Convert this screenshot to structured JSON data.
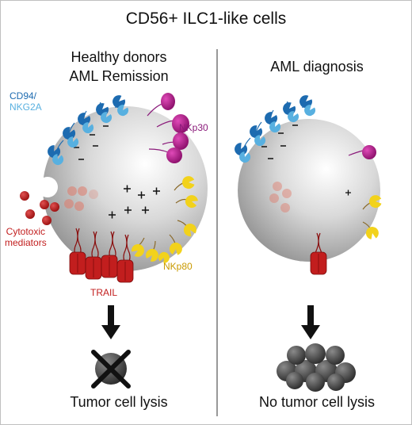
{
  "title": "CD56+ ILC1-like cells",
  "left_panel": {
    "heading_line1": "Healthy donors",
    "heading_line2": "AML Remission",
    "footer": "Tumor cell lysis"
  },
  "right_panel": {
    "heading": "AML diagnosis",
    "footer": "No tumor cell lysis"
  },
  "labels": {
    "cd94": "CD94/",
    "nkg2a": "NKG2A",
    "nkp30": "NKp30",
    "cytotoxic_line1": "Cytotoxic",
    "cytotoxic_line2": "mediators",
    "nkp80": "NKp80",
    "trail": "TRAIL"
  },
  "colors": {
    "cd94": "#1d6bb0",
    "nkg2a": "#58b0e0",
    "nkp30": "#b5168e",
    "cytotoxic": "#c21e1e",
    "nkp80": "#f2d21b",
    "trail": "#c21e1e",
    "cell": "#cfcfcf",
    "tumor_cluster": "#3f3f3f"
  },
  "icons": [
    "lysis-x-icon",
    "down-arrow-icon",
    "tumor-cluster-icon"
  ]
}
